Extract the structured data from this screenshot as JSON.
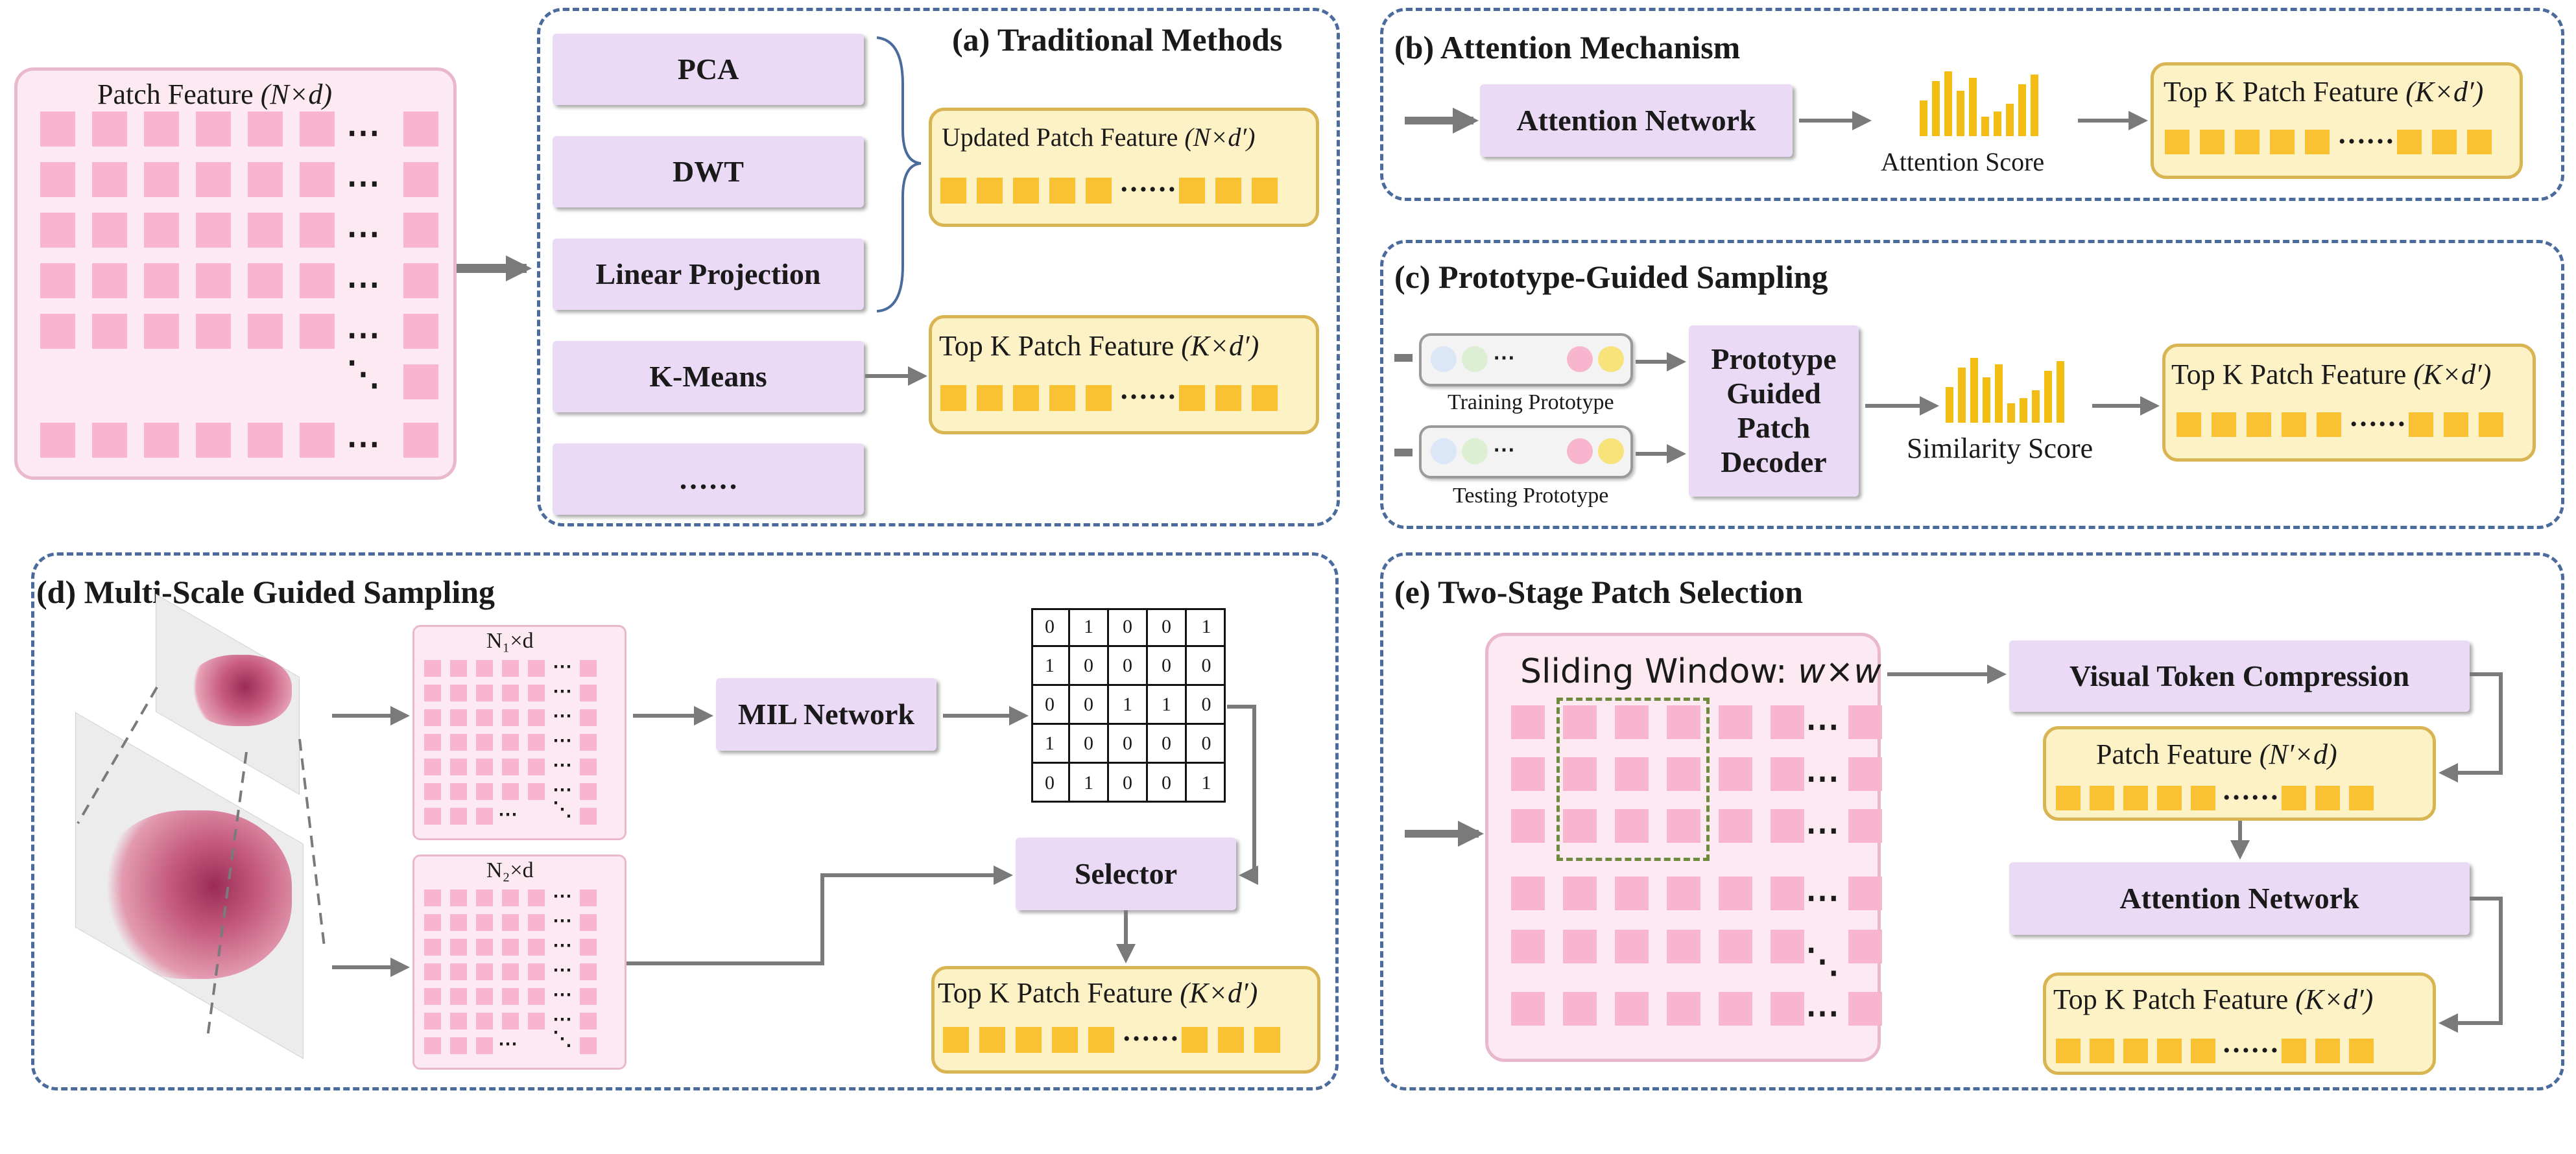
{
  "colors": {
    "panel_border": "#4a6b9c",
    "pink_fill": "#fde9f1",
    "pink_square": "#f7b6cd",
    "yellow_fill": "#fdf1c6",
    "yellow_square": "#f8c233",
    "lavender_fill": "#ebdaf6",
    "arrow": "#7a7a7a"
  },
  "left": {
    "patch_feature_label": "Patch Feature",
    "patch_feature_dims": "(N×d)"
  },
  "panel_a": {
    "title": "(a) Traditional Methods",
    "methods": [
      "PCA",
      "DWT",
      "Linear Projection",
      "K-Means",
      "……"
    ],
    "updated_label": "Updated Patch Feature",
    "updated_dims": "(N×d′)",
    "topk_label": "Top K Patch Feature",
    "topk_dims": "(K×d′)"
  },
  "panel_b": {
    "title": "(b) Attention Mechanism",
    "network": "Attention Network",
    "score": "Attention Score",
    "topk_label": "Top K Patch Feature",
    "topk_dims": "(K×d′)",
    "score_bars": [
      0.55,
      0.85,
      1.0,
      0.7,
      0.9,
      0.3,
      0.38,
      0.5,
      0.8,
      0.95
    ]
  },
  "panel_c": {
    "title": "(c) Prototype-Guided Sampling",
    "training": "Training Prototype",
    "testing": "Testing Prototype",
    "decoder": "Prototype Guided Patch Decoder",
    "score": "Similarity Score",
    "topk_label": "Top K Patch Feature",
    "topk_dims": "(K×d′)",
    "score_bars": [
      0.55,
      0.85,
      1.0,
      0.7,
      0.9,
      0.3,
      0.38,
      0.5,
      0.8,
      0.95
    ]
  },
  "panel_d": {
    "title": "(d) Multi-Scale Guided Sampling",
    "scale1": "N₁×d",
    "scale2": "N₂×d",
    "network": "MIL Network",
    "selector": "Selector",
    "topk_label": "Top K Patch Feature",
    "topk_dims": "(K×d′)",
    "matrix": [
      [
        "0",
        "1",
        "0",
        "0",
        "1"
      ],
      [
        "1",
        "0",
        "0",
        "0",
        "0"
      ],
      [
        "0",
        "0",
        "1",
        "1",
        "0"
      ],
      [
        "1",
        "0",
        "0",
        "0",
        "0"
      ],
      [
        "0",
        "1",
        "0",
        "0",
        "1"
      ]
    ]
  },
  "panel_e": {
    "title": "(e) Two-Stage Patch Selection",
    "window_label": "Sliding Window:",
    "window_dims": "w×w",
    "compression": "Visual Token Compression",
    "patch_label": "Patch Feature",
    "patch_dims": "(N′×d)",
    "network": "Attention Network",
    "topk_label": "Top K Patch Feature",
    "topk_dims": "(K×d′)"
  }
}
